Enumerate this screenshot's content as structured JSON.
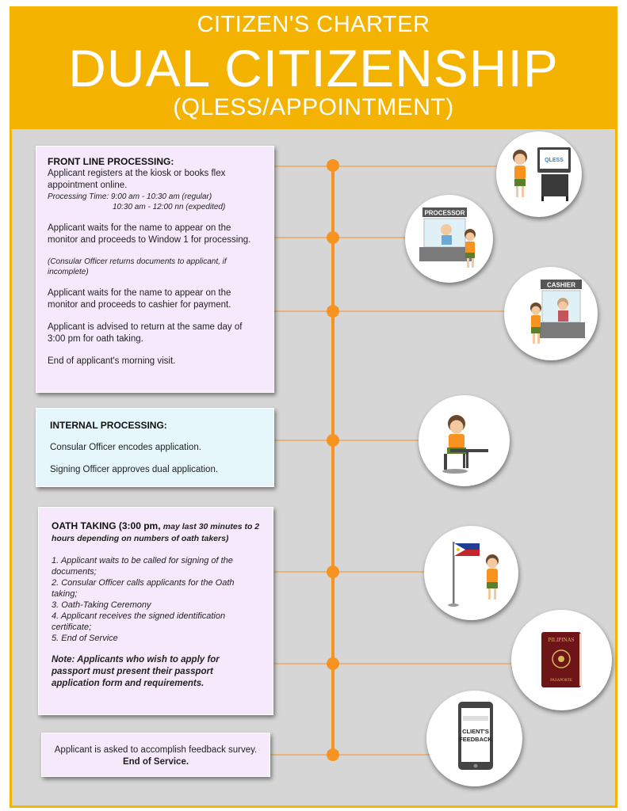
{
  "header": {
    "charter": "CITIZEN'S CHARTER",
    "title": "DUAL CITIZENSHIP",
    "subtitle": "(QLESS/APPOINTMENT)"
  },
  "colors": {
    "accent": "#f5b301",
    "timeline": "#f7931e",
    "pink_card": "#f6e9fb",
    "blue_card": "#e6f7fc",
    "background": "#d6d6d6"
  },
  "front_line": {
    "title": "FRONT LINE PROCESSING:",
    "register": "Applicant registers at the kiosk or books flex appointment online.",
    "time_label": "Processing Time: 9:00 am - 10:30 am (regular)",
    "time_expedited": "10:30 am - 12:00 nn (expedited)",
    "window": "Applicant waits for the name to appear on the monitor and proceeds to Window 1 for processing.",
    "returns_note": "(Consular Officer returns documents to applicant, if incomplete)",
    "cashier": "Applicant waits for the name to appear on the monitor and proceeds to cashier for payment.",
    "return_advice": "Applicant is advised to return at the same day of 3:00 pm for oath taking.",
    "end_morning": "End of applicant's morning visit."
  },
  "internal": {
    "title": "INTERNAL PROCESSING:",
    "encode": "Consular Officer encodes application.",
    "approve": "Signing Officer approves dual application."
  },
  "oath": {
    "title": "OATH TAKING (3:00 pm,",
    "title_note": "may last 30 minutes to 2 hours depending on numbers of oath takers)",
    "step1": "1. Applicant waits to be called for signing of the documents;",
    "step2": "2. Consular Officer calls applicants for the Oath taking;",
    "step3": "3. Oath-Taking Ceremony",
    "step4": "4. Applicant receives the signed identification certificate;",
    "step5": "5. End of Service",
    "note": "Note: Applicants who wish to apply for passport must present their passport application form and requirements."
  },
  "feedback": {
    "text": "Applicant is asked to accomplish feedback survey.",
    "end": "End of Service."
  },
  "illustrations": {
    "kiosk": {
      "icon": "qless-kiosk-icon",
      "screen_text": "QLESS"
    },
    "processor": {
      "icon": "processor-window-icon",
      "sign": "PROCESSOR"
    },
    "cashier": {
      "icon": "cashier-window-icon",
      "sign": "CASHIER"
    },
    "desk": {
      "icon": "officer-desk-icon"
    },
    "flag": {
      "icon": "philippine-flag-icon"
    },
    "passport": {
      "icon": "passport-icon",
      "label": "PILIPINAS",
      "sublabel": "PASAPORTE"
    },
    "phone": {
      "icon": "feedback-phone-icon",
      "line1": "CLIENT'S",
      "line2": "FEEDBACK"
    }
  }
}
